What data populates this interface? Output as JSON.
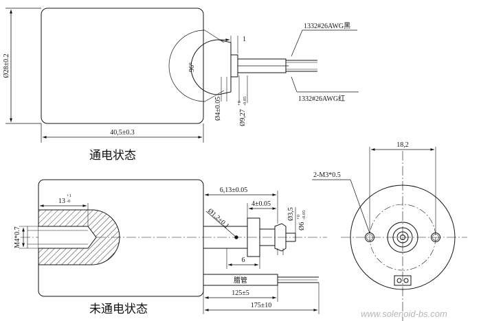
{
  "views": {
    "energized": {
      "caption": "通电状态",
      "dims": {
        "diameter_body": "Ø28±0.2",
        "length_body": "40,5±0.3",
        "angle": "96°",
        "step": "1",
        "dia_plunger": "Ø4±0.05",
        "dia_head": "Ø9,27",
        "dia_head_tol_upper": "+0",
        "dia_head_tol_lower": "-0.05",
        "wire_top": "1332#26AWG黑",
        "wire_bottom": "1332#26AWG红"
      }
    },
    "de_energized": {
      "caption": "未通电状态",
      "dims": {
        "thread": "M4*0.7",
        "thread_depth": "13",
        "thread_depth_tol_upper": "+1",
        "thread_depth_tol_lower": "-0",
        "stroke_a": "6,13±0.05",
        "stroke_b": "4±0.05",
        "dia_groove": "Ø1,2±0.1",
        "dia_tip": "Ø3,5",
        "dia_pin": "Ø6",
        "dia_pin_tol_upper": "+0",
        "dia_pin_tol_lower": "-0.05",
        "head_len": "6",
        "sleeve": "腊管",
        "lead_a": "125±5",
        "lead_b": "175±10"
      }
    },
    "end_view": {
      "width": "18,2",
      "holes": "2-M3*0.5"
    }
  },
  "watermark": "www.solenoid-bs.com"
}
